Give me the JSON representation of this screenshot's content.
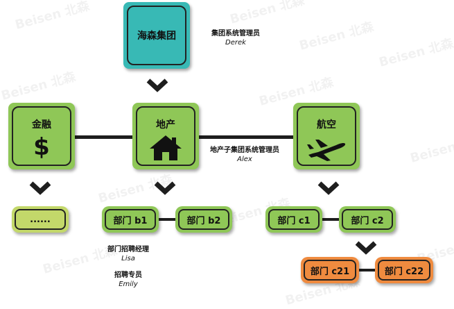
{
  "watermark": "Beisen 北森",
  "nodes": {
    "group": {
      "label": "海森集团"
    },
    "finance": {
      "label": "金融",
      "icon": "dollar-icon"
    },
    "realestate": {
      "label": "地产",
      "icon": "house-icon"
    },
    "aviation": {
      "label": "航空",
      "icon": "airplane-icon"
    },
    "ellipsis": {
      "label": "......"
    },
    "dept_b1": {
      "label": "部门 b1"
    },
    "dept_b2": {
      "label": "部门 b2"
    },
    "dept_c1": {
      "label": "部门 c1"
    },
    "dept_c2": {
      "label": "部门 c2"
    },
    "dept_c21": {
      "label": "部门 c21"
    },
    "dept_c22": {
      "label": "部门 c22"
    }
  },
  "annotations": {
    "group_admin": {
      "role": "集团系统管理员",
      "name": "Derek"
    },
    "sub_admin": {
      "role": "地产子集团系统管理员",
      "name": "Alex"
    },
    "recruit_manager": {
      "role": "部门招聘经理",
      "name": "Lisa"
    },
    "recruit_specialist": {
      "role": "招聘专员",
      "name": "Emily"
    }
  },
  "colors": {
    "top": "#38b9b5",
    "green": "#8fc757",
    "yellow": "#c3d86a",
    "orange": "#ef8b3f",
    "line": "#1e1e1e"
  }
}
